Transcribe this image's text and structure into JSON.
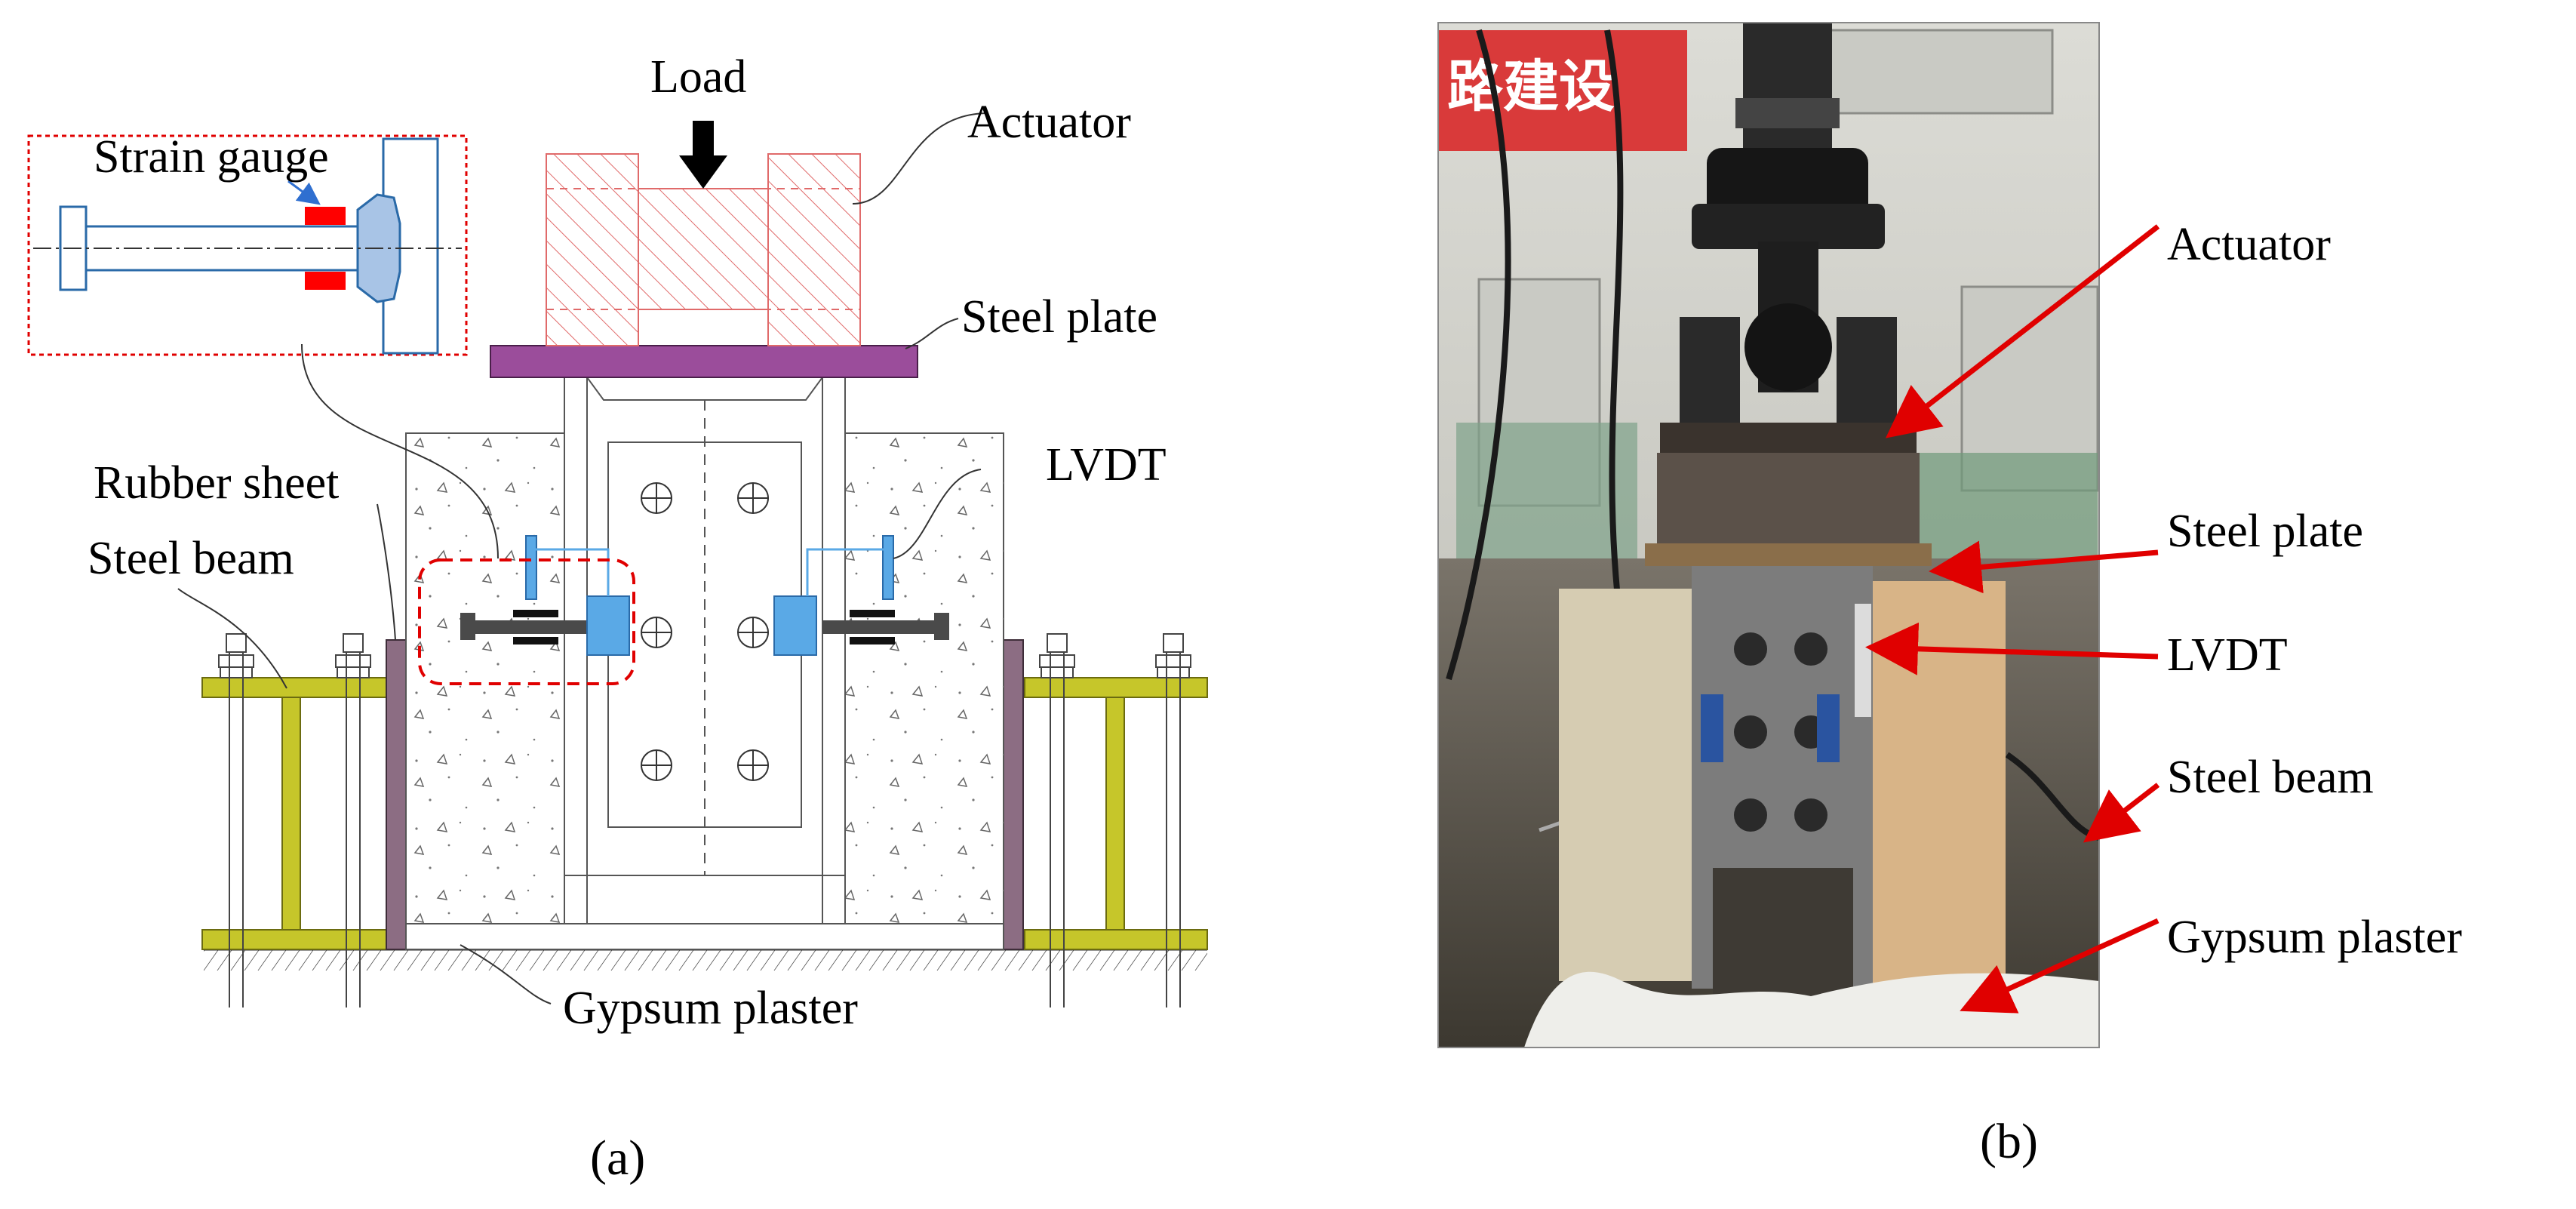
{
  "panel_a": {
    "labels": {
      "load": "Load",
      "actuator": "Actuator",
      "strain_gauge": "Strain gauge",
      "steel_plate": "Steel plate",
      "rubber_sheet": "Rubber sheet",
      "steel_beam": "Steel beam",
      "lvdt": "LVDT",
      "gypsum_plaster": "Gypsum plaster"
    },
    "caption": "(a)",
    "colors": {
      "actuator_hatch": "#e06a6a",
      "steel_plate": "#9b4d9b",
      "steel_beam": "#c6c62a",
      "rubber_sheet": "#8c6d83",
      "lvdt": "#5aa9e6",
      "strain_gauge": "#ff0000",
      "detail_box": "#e00000"
    }
  },
  "panel_b": {
    "labels": {
      "actuator": "Actuator",
      "steel_plate": "Steel plate",
      "lvdt": "LVDT",
      "steel_beam": "Steel beam",
      "gypsum_plaster": "Gypsum plaster"
    },
    "photo_sign_text": "路建设",
    "caption": "(b)",
    "colors": {
      "arrow": "#e00000"
    }
  }
}
